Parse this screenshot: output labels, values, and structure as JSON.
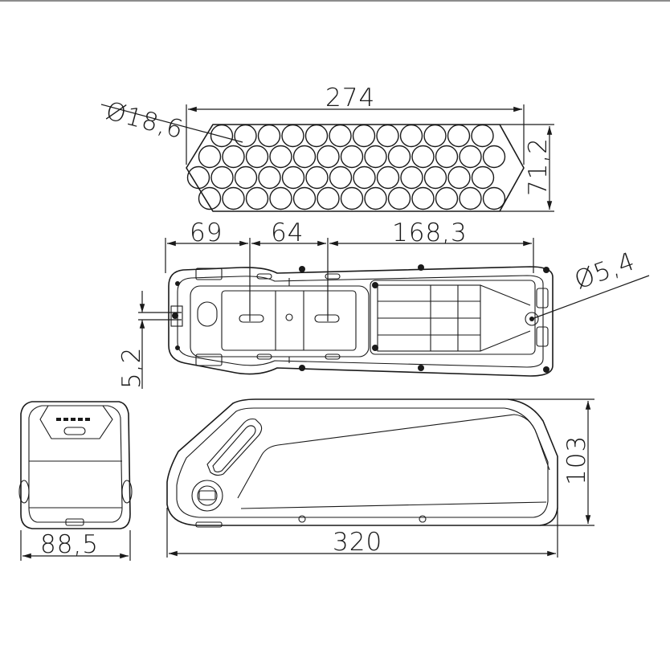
{
  "dimensions": {
    "cell_diameter": "Ø18,6",
    "pack_length": "274",
    "pack_height": "71,2",
    "segment_1": "69",
    "segment_2": "64",
    "segment_3": "168,3",
    "hole_diameter": "Ø5,4",
    "offset": "5,2",
    "case_height": "103",
    "case_width": "88,5",
    "case_length": "320"
  },
  "colors": {
    "line": "#1a1a1a",
    "background": "#ffffff"
  }
}
